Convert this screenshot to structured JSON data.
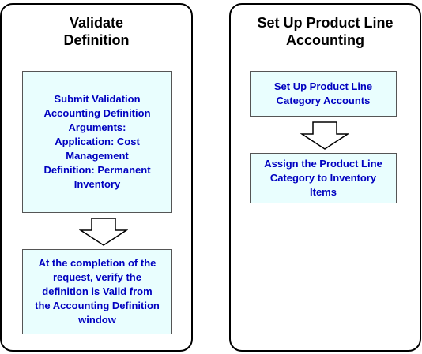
{
  "left_panel": {
    "title_lines": [
      "Validate",
      "Definition"
    ],
    "step1_lines": [
      "Submit Validation",
      "Accounting Definition",
      "Arguments:",
      "Application: Cost",
      "Management",
      "Definition: Permanent",
      "Inventory"
    ],
    "step2_lines": [
      "At the completion of the",
      "request, verify the",
      "definition is Valid from",
      "the Accounting Definition",
      "window"
    ]
  },
  "right_panel": {
    "title_lines": [
      "Set Up Product Line",
      "Accounting"
    ],
    "step1_lines": [
      "Set Up Product Line",
      "Category Accounts"
    ],
    "step2_lines": [
      "Assign the Product Line",
      "Category to Inventory",
      "Items"
    ]
  },
  "colors": {
    "box_fill": "#e9fefe",
    "box_text": "#0000c0",
    "border": "#000000"
  },
  "icons": {
    "flow_arrow": "down-arrow-icon"
  }
}
